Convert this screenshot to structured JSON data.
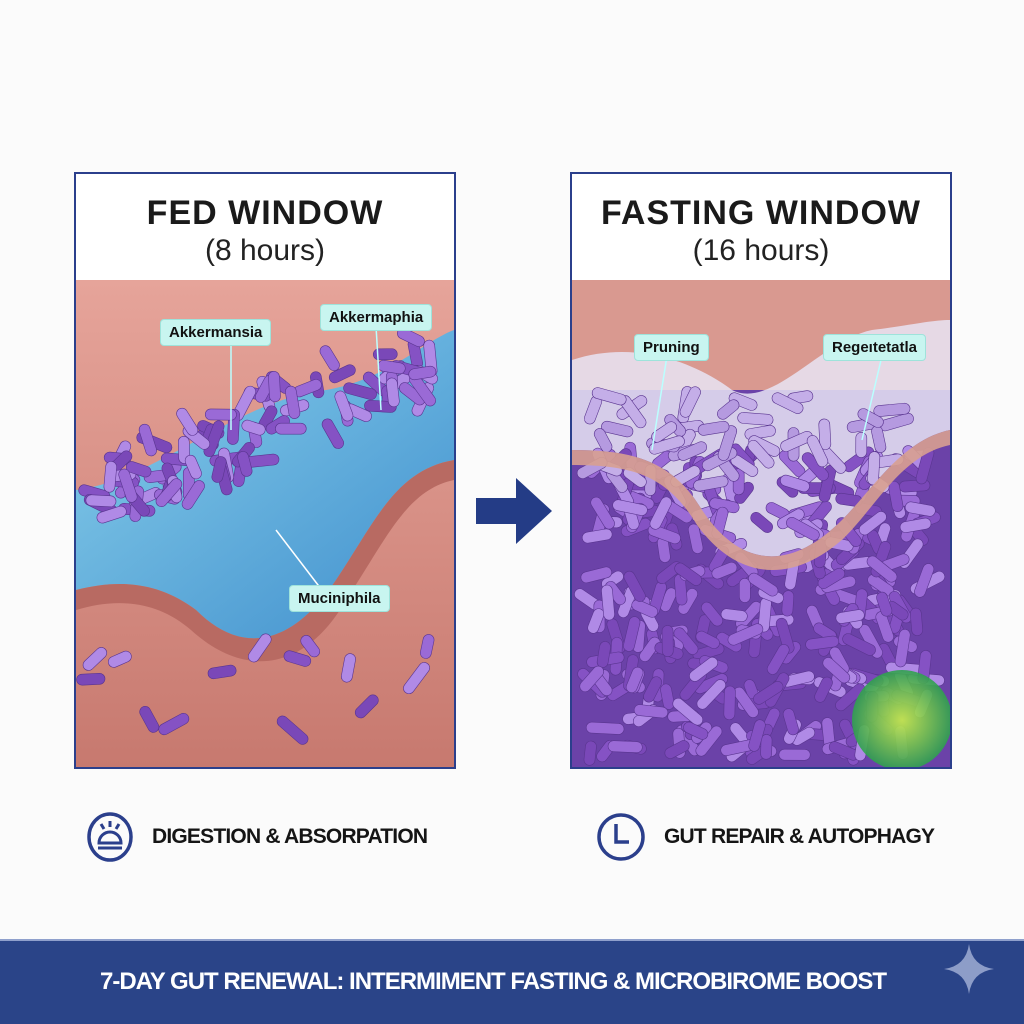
{
  "left_panel": {
    "title": "FED WINDOW",
    "subtitle": "(8 hours)",
    "labels": [
      "Akkermansia",
      "Akkermaphia",
      "Muciniphila"
    ],
    "caption": "DIGESTION & ABSORPATION",
    "caption_icon": "food-cloche-icon"
  },
  "right_panel": {
    "title": "FASTING WINDOW",
    "subtitle": "(16 hours)",
    "labels": [
      "Pruning",
      "Regeıtetatla"
    ],
    "caption": "GUT REPAIR & AUTOPHAGY",
    "caption_icon": "clock-icon"
  },
  "arrow_icon": "arrow-right-icon",
  "banner": {
    "text": "7-DAY GUT RENEWAL: INTERMIMENT FASTING & MICROBIROME BOOST",
    "icon": "sparkle-icon"
  },
  "colors": {
    "accent": "#2b3f8c",
    "banner": "#2a4488",
    "label_bg": "#c8f5f0",
    "bacteria": "#8a5cc8",
    "tissue": "#d48a82",
    "mucus": "#4ab8ea"
  }
}
